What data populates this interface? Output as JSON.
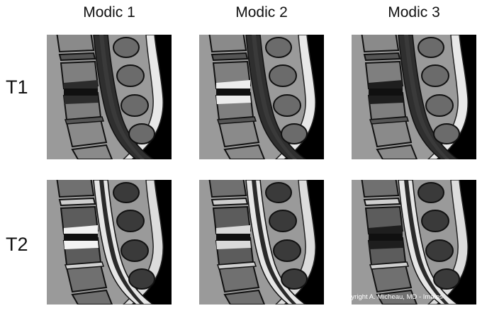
{
  "columns": [
    "Modic 1",
    "Modic 2",
    "Modic 3"
  ],
  "rows": [
    "T1",
    "T2"
  ],
  "credit": "Copyright A. Micheau, MD - Imaios",
  "panels": [
    {
      "row": 0,
      "col": 0,
      "endplate": "#2c2c2c",
      "body": "#7f7f7f",
      "csf": "#2f2f2f",
      "bg": "#9a9a9a"
    },
    {
      "row": 0,
      "col": 1,
      "endplate": "#ececec",
      "body": "#7f7f7f",
      "csf": "#2f2f2f",
      "bg": "#9a9a9a"
    },
    {
      "row": 0,
      "col": 2,
      "endplate": "#1e1e1e",
      "body": "#7f7f7f",
      "csf": "#2f2f2f",
      "bg": "#9a9a9a"
    },
    {
      "row": 1,
      "col": 0,
      "endplate": "#f2f2f2",
      "body": "#5c5c5c",
      "csf": "#e6e6e6",
      "bg": "#9a9a9a"
    },
    {
      "row": 1,
      "col": 1,
      "endplate": "#d9d9d9",
      "body": "#5c5c5c",
      "csf": "#e6e6e6",
      "bg": "#9a9a9a"
    },
    {
      "row": 1,
      "col": 2,
      "endplate": "#1e1e1e",
      "body": "#5c5c5c",
      "csf": "#e6e6e6",
      "bg": "#9a9a9a"
    }
  ]
}
